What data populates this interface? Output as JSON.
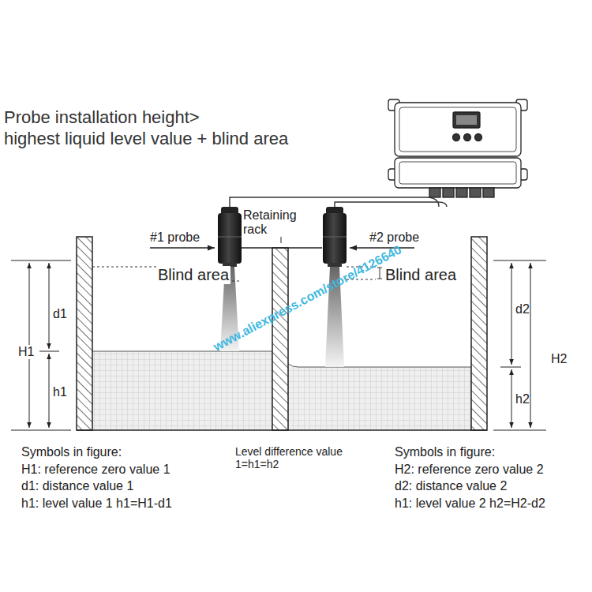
{
  "diagram": {
    "labels": [
      "Probe installation height>",
      "highest liquid level value + blind area",
      "Retaining rack",
      "#1 probe",
      "#2 probe",
      "Blind area",
      "Blind area",
      "d1",
      "H1",
      "h1",
      "d2",
      "H2",
      "h2",
      "www.aliexpress.com/store/4126640",
      "Symbols in figure:",
      "H1: reference zero value 1",
      "d1: distance value 1",
      "h1: level value 1 h1=H1-d1",
      "Level difference value 1=h1=h2",
      "Symbols in figure:",
      "H2: reference zero value 2",
      "d2: distance value 2",
      "h1: level value 2 h2=H2-d2"
    ]
  }
}
